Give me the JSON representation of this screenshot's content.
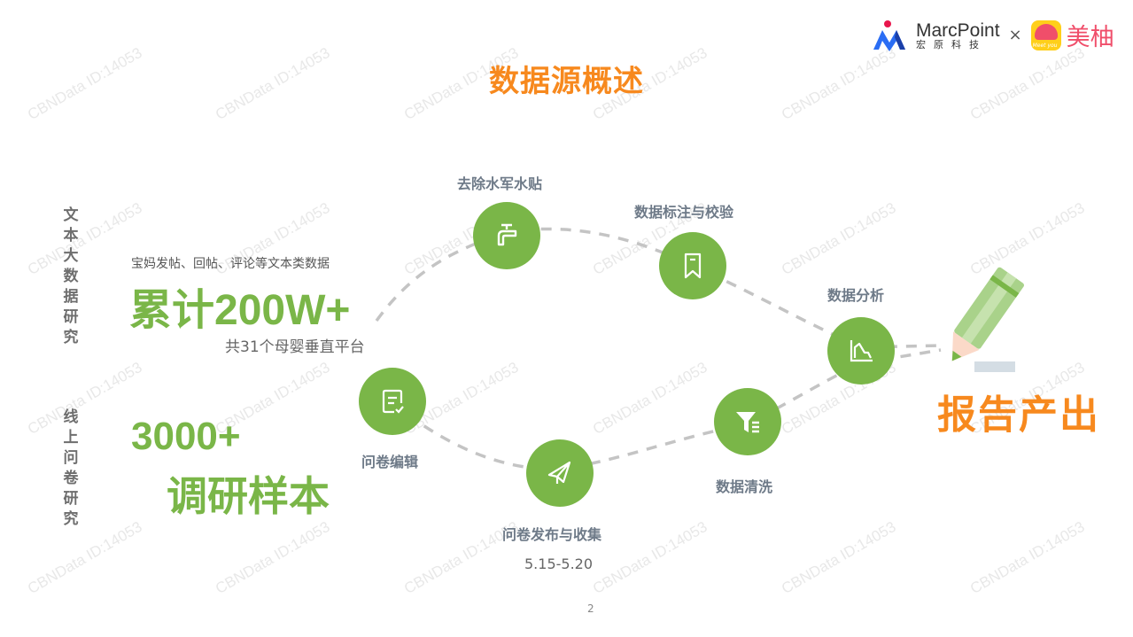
{
  "header": {
    "logo_marcpoint": "MarcPoint",
    "logo_marcpoint_sub": "宏原科技",
    "times": "×",
    "logo_meiyou_badge": "Meet you",
    "logo_meiyou": "美柚"
  },
  "title": "数据源概述",
  "watermark": "CBNData ID:14053",
  "text_section": {
    "vertical_label": "文本大数据研究",
    "subtitle": "宝妈发帖、回帖、评论等文本类数据",
    "big_stat": "累计200W+",
    "note": "共31个母婴垂直平台"
  },
  "survey_section": {
    "vertical_label": "线上问卷研究",
    "big_stat_line1": "3000+",
    "big_stat_line2": "调研样本"
  },
  "steps": [
    {
      "label": "去除水军水贴",
      "icon": "faucet-icon"
    },
    {
      "label": "数据标注与校验",
      "icon": "bookmark-icon"
    },
    {
      "label": "数据分析",
      "icon": "line-chart-icon"
    },
    {
      "label": "问卷编辑",
      "icon": "edit-document-icon"
    },
    {
      "label": "问卷发布与收集",
      "icon": "paper-plane-icon",
      "date": "5.15-5.20"
    },
    {
      "label": "数据清洗",
      "icon": "filter-icon"
    }
  ],
  "output": {
    "label": "报告产出",
    "icon": "pencil-icon"
  },
  "colors": {
    "accent_orange": "#f7891e",
    "green": "#7ab648",
    "step_label": "#6e7a88",
    "meiyou_pink": "#f04e6a"
  },
  "page_number": "2"
}
